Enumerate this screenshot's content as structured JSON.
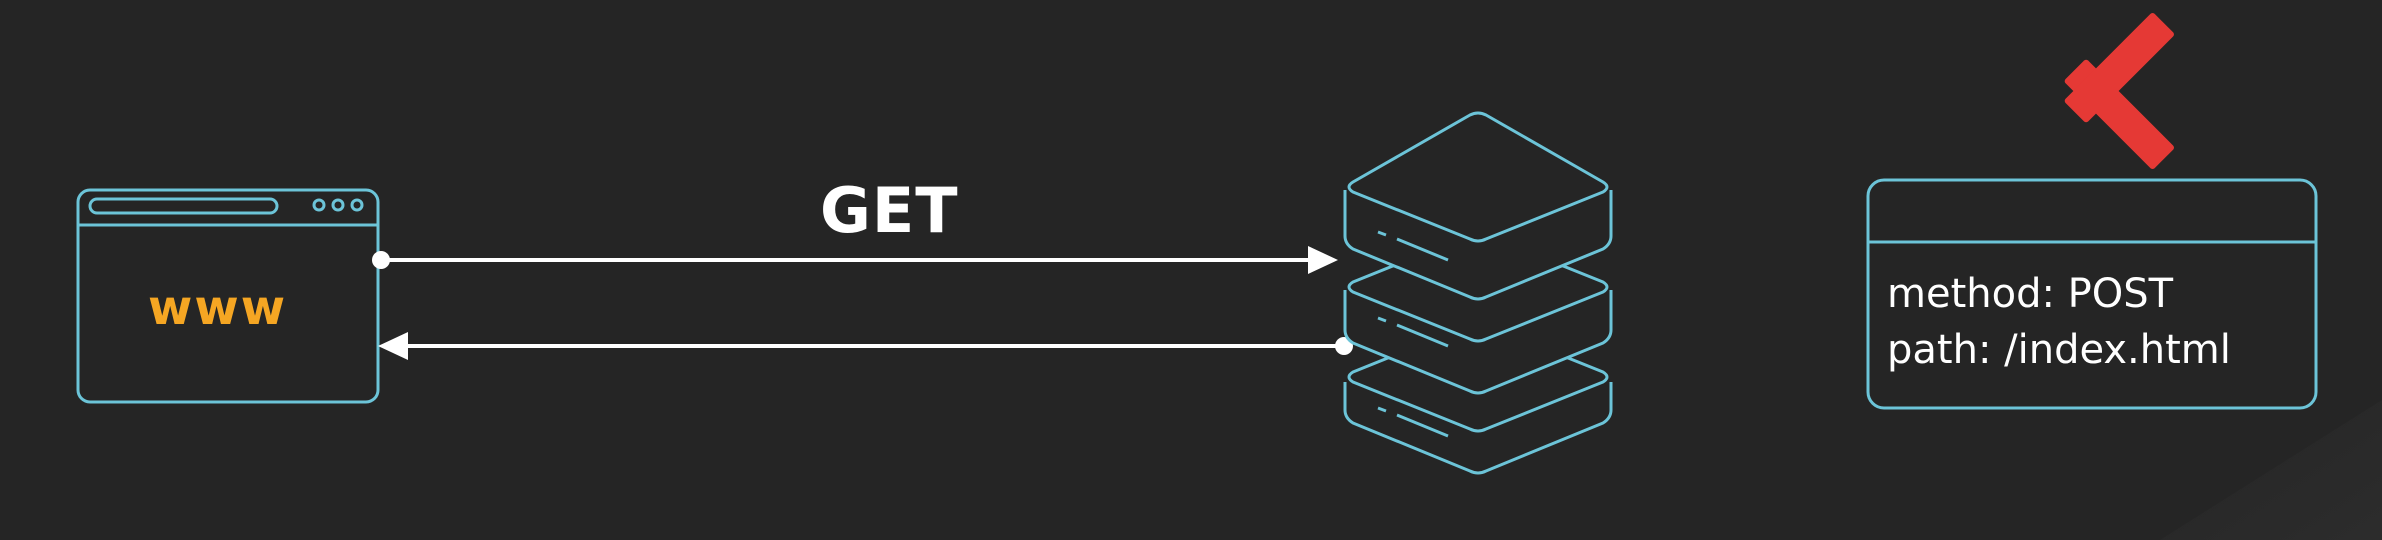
{
  "request": {
    "method_label": "GET"
  },
  "browser": {
    "content_label": "www"
  },
  "request_card": {
    "method_line": "method: POST",
    "path_line": "path: /index.html",
    "status_icon": "red-x-icon"
  },
  "colors": {
    "background": "#252525",
    "outline": "#6cc4d8",
    "arrow": "#ffffff",
    "www": "#f5a623",
    "error": "#e53935"
  }
}
